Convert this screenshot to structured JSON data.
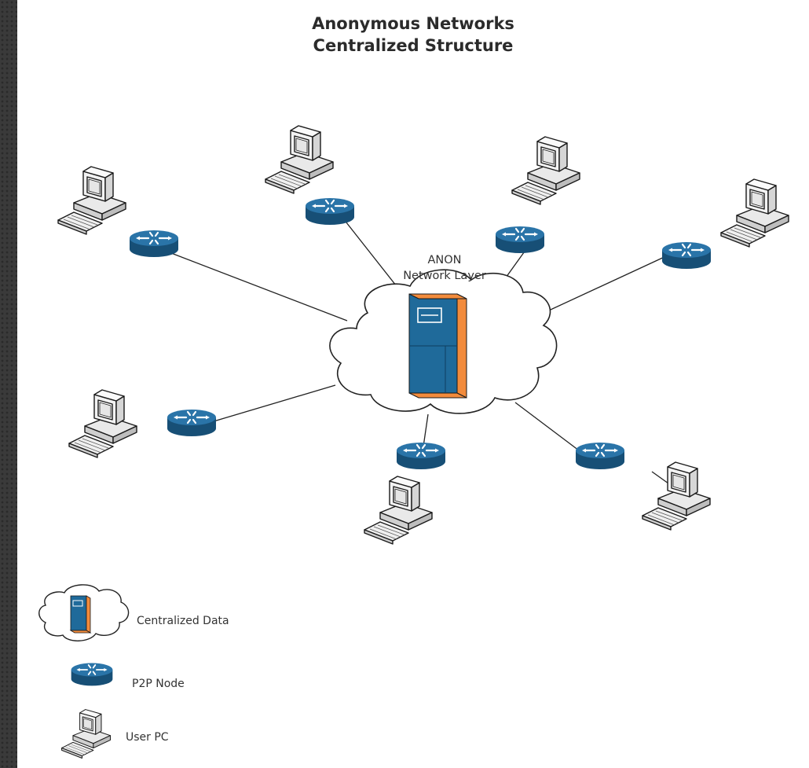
{
  "diagram": {
    "title_line1": "Anonymous Networks",
    "title_line2": "Centralized Structure",
    "cloud_label_line1": "ANON",
    "cloud_label_line2": "Network Layer",
    "colors": {
      "node_blue": "#1d5f8c",
      "node_blue_dark": "#174f76",
      "server_blue": "#1f6a9a",
      "accent_orange": "#f28b3c",
      "pc_gray": "#f3f3f3"
    }
  },
  "legend": {
    "items": [
      {
        "icon": "cloud-server-icon",
        "label": "Centralized Data"
      },
      {
        "icon": "router-icon",
        "label": "P2P Node"
      },
      {
        "icon": "computer-icon",
        "label": "User PC"
      }
    ]
  }
}
